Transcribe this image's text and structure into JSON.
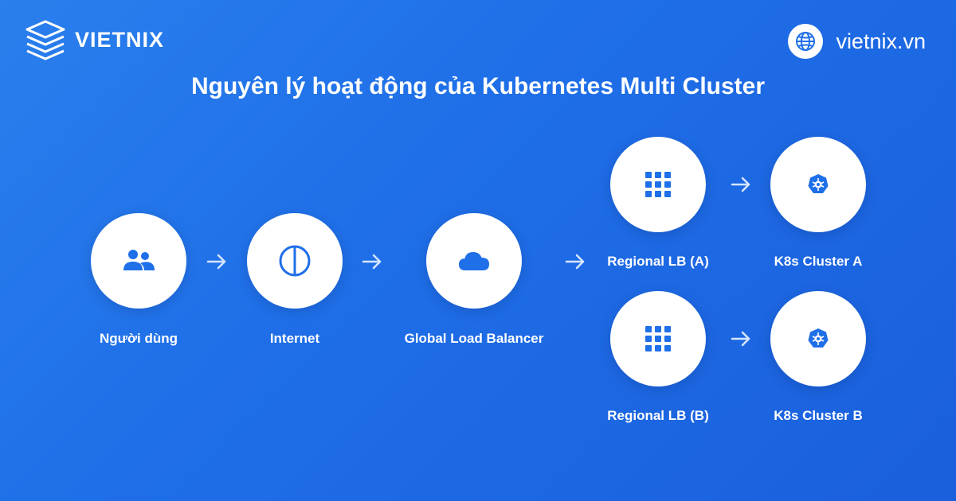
{
  "brand": {
    "name": "VIETNIX",
    "site": "vietnix.vn"
  },
  "title": "Nguyên lý hoạt động của Kubernetes Multi Cluster",
  "nodes": {
    "user": "Người dùng",
    "internet": "Internet",
    "glb": "Global Load Balancer",
    "rlb_a": "Regional LB (A)",
    "cluster_a": "K8s Cluster A",
    "rlb_b": "Regional LB (B)",
    "cluster_b": "K8s Cluster B"
  },
  "colors": {
    "background": "#1f6fe8",
    "node": "#ffffff",
    "icon": "#1f6fe8"
  },
  "icons": {
    "user": "users-icon",
    "internet": "internet-icon",
    "glb": "cloud-icon",
    "rlb": "grid-icon",
    "cluster": "kubernetes-icon"
  }
}
